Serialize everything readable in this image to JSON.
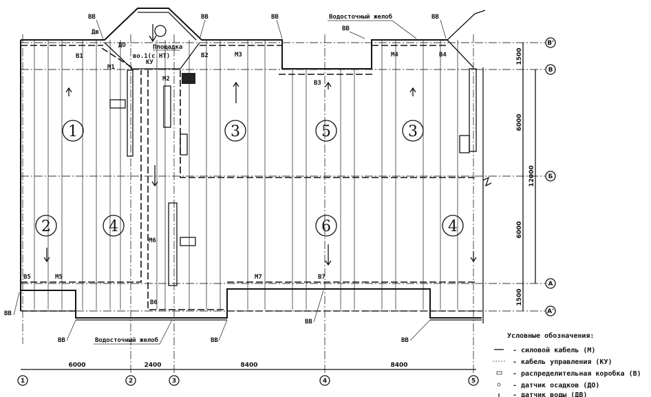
{
  "axes": {
    "vertical": [
      "1",
      "2",
      "3",
      "4",
      "5"
    ],
    "horizontal": [
      "В'",
      "В",
      "Б",
      "А",
      "А'"
    ]
  },
  "dimensions": {
    "bottom": [
      "6000",
      "2400",
      "8400",
      "8400"
    ],
    "right": [
      "1500",
      "6000",
      "12000",
      "6000",
      "1500"
    ]
  },
  "zones": [
    "1",
    "3",
    "5",
    "3",
    "2",
    "4",
    "6",
    "4"
  ],
  "labels": {
    "vv": "ВВ",
    "gutter": "Водосточный желоб",
    "platform": "Площадка",
    "dv": "Дв",
    "do": "ДО",
    "vo1": "во.1(с НТ)",
    "ku": "КУ",
    "b1": "В1",
    "b2": "В2",
    "b3": "В3",
    "b4": "В4",
    "b5": "В5",
    "b6": "В6",
    "b7": "В7",
    "m1": "М1",
    "m2": "М2",
    "m3": "М3",
    "m4": "М4",
    "m5": "М5",
    "m6": "М6",
    "m7": "М7"
  },
  "legend": {
    "title": "Условные обозначения:",
    "items": [
      {
        "symbol": "power-line",
        "text": "- силовой кабель (М)"
      },
      {
        "symbol": "control-line",
        "text": "- кабель управления (КУ)"
      },
      {
        "symbol": "junction-box",
        "text": "- распределительная коробка (В)"
      },
      {
        "symbol": "circle",
        "text": "- датчик осадков (ДО)"
      },
      {
        "symbol": "tick",
        "text": "- датчик воды (ДВ)"
      }
    ]
  }
}
